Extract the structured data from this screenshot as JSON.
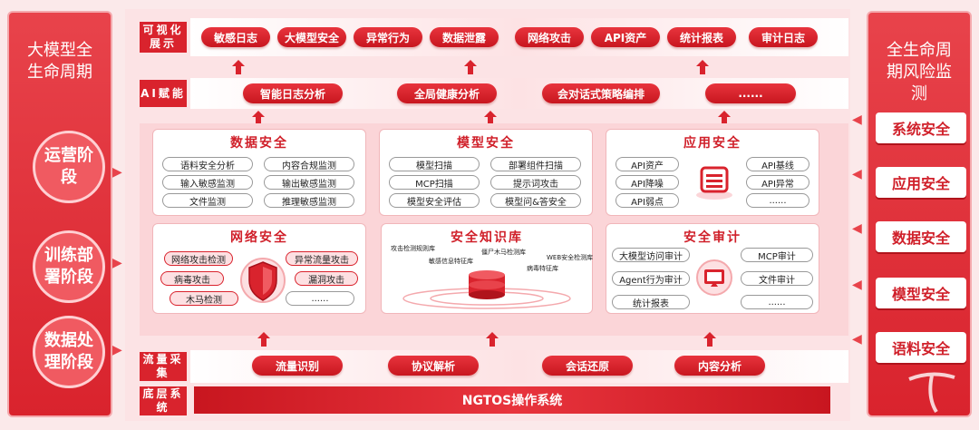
{
  "left_panel": {
    "title": "大模型全生命周期",
    "stages": [
      "运营阶段",
      "训练部署阶段",
      "数据处理阶段"
    ]
  },
  "right_panel": {
    "title": "全生命周期风险监测",
    "items": [
      "系统安全",
      "应用安全",
      "数据安全",
      "模型安全",
      "语料安全"
    ]
  },
  "viz": {
    "label": "可视化展示",
    "items": [
      "敏感日志",
      "大模型安全",
      "异常行为",
      "数据泄露",
      "网络攻击",
      "API资产",
      "统计报表",
      "审计日志"
    ]
  },
  "ai": {
    "label": "AI赋能",
    "items": [
      "智能日志分析",
      "全局健康分析",
      "会对话式策略编排",
      "......"
    ]
  },
  "data_security": {
    "title": "数据安全",
    "items": [
      "语料安全分析",
      "内容合规监测",
      "输入敏感监测",
      "输出敏感监测",
      "文件监测",
      "推理敏感监测"
    ]
  },
  "model_security": {
    "title": "模型安全",
    "items": [
      "模型扫描",
      "部署组件扫描",
      "MCP扫描",
      "提示词攻击",
      "模型安全评估",
      "模型问&答安全"
    ]
  },
  "app_security": {
    "title": "应用安全",
    "items": [
      "API资产",
      "API基线",
      "API降噪",
      "API异常",
      "API弱点",
      "......"
    ]
  },
  "net_security": {
    "title": "网络安全",
    "items": [
      "网络攻击检测",
      "异常流量攻击",
      "病毒攻击",
      "漏洞攻击",
      "木马检测",
      "......"
    ]
  },
  "knowledge": {
    "title": "安全知识库",
    "items": [
      "攻击检测规则库",
      "敏感信息特征库",
      "僵尸木马检测库",
      "WEB安全检测库",
      "病毒特征库"
    ]
  },
  "audit": {
    "title": "安全审计",
    "items": [
      "大模型访问审计",
      "MCP审计",
      "Agent行为审计",
      "文件审计",
      "统计报表",
      "......"
    ]
  },
  "traffic": {
    "label": "流量采集",
    "items": [
      "流量识别",
      "协议解析",
      "会话还原",
      "内容分析"
    ]
  },
  "base": {
    "label": "底层系统",
    "os": "NGTOS操作系统"
  },
  "colors": {
    "accent": "#d9232d",
    "light": "#fce3e5"
  }
}
